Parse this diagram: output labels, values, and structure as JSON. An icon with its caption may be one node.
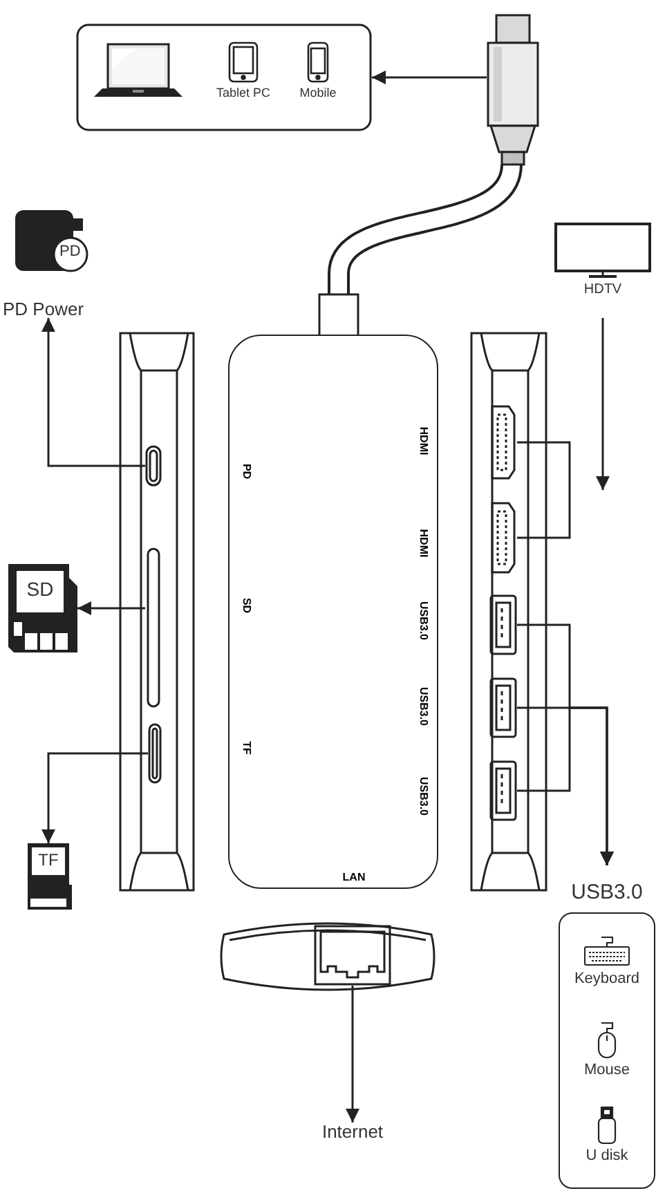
{
  "diagram": {
    "nodes": [
      {
        "text": [],
        "shape": "box"
      },
      {
        "text": [],
        "shape": "picture",
        "in": 0
      },
      {
        "text": [
          "Tablet PC"
        ],
        "in": 0
      },
      {
        "text": [
          "Mobile"
        ],
        "in": 0
      },
      {
        "text": [
          "PD",
          "SD",
          "TF",
          "HDMI",
          "HDMI",
          "USB3.0",
          "USB3.0",
          "USB3.0",
          "LAN"
        ]
      },
      {
        "text": [],
        "shape": "picture"
      },
      {
        "text": [
          "PD",
          "PD Power"
        ]
      },
      {
        "text": [],
        "shape": "bar"
      },
      {
        "text": [],
        "shape": "box",
        "in": 7
      },
      {
        "text": [],
        "shape": "box",
        "in": 7
      },
      {
        "text": [],
        "shape": "box",
        "in": 7
      },
      {
        "text": [
          "SD"
        ]
      },
      {
        "text": [
          "TF"
        ]
      },
      {
        "text": [],
        "shape": "bar"
      },
      {
        "text": [],
        "shape": "box",
        "in": 13
      },
      {
        "text": [],
        "shape": "box",
        "in": 13
      },
      {
        "text": [],
        "shape": "box",
        "in": 13
      },
      {
        "text": [],
        "shape": "box",
        "in": 13
      },
      {
        "text": [],
        "shape": "box",
        "in": 13
      },
      {
        "text": [
          "HDTV"
        ]
      },
      {
        "text": [
          "USB3.0"
        ]
      },
      {
        "text": [
          "Keyboard"
        ],
        "in": 20
      },
      {
        "text": [
          "Mouse"
        ],
        "in": 20
      },
      {
        "text": [
          "U disk"
        ],
        "in": 20
      },
      {
        "text": [],
        "shape": "oval"
      },
      {
        "text": [],
        "shape": "box",
        "in": 24
      },
      {
        "text": [
          "Internet"
        ]
      }
    ],
    "edges": [
      {
        "from": 5,
        "to": 0,
        "arrow": "to"
      },
      {
        "from": 8,
        "to": 6,
        "arrow": "to"
      },
      {
        "from": 9,
        "to": 11,
        "arrow": "to"
      },
      {
        "from": 10,
        "to": 12,
        "arrow": "to"
      },
      {
        "from": 19,
        "to": null,
        "arrow": "to"
      },
      {
        "from": 14,
        "to": 15,
        "arrow": "none"
      },
      {
        "from": 16,
        "to": 20,
        "arrow": "to"
      },
      {
        "from": 17,
        "to": 20,
        "arrow": "to"
      },
      {
        "from": 18,
        "to": 20,
        "arrow": "to"
      },
      {
        "from": 25,
        "to": 26,
        "arrow": "to"
      }
    ]
  }
}
